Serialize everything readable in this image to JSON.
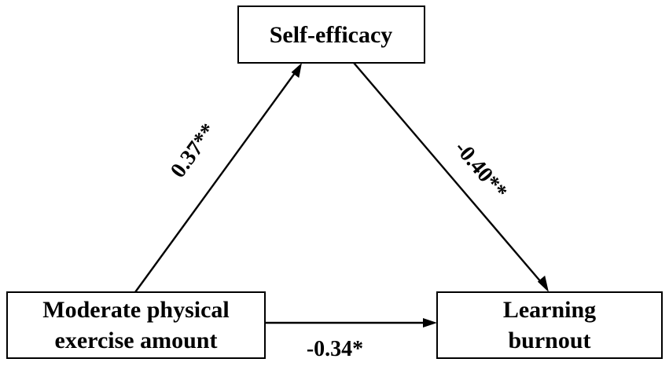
{
  "nodes": {
    "mediator": {
      "label": "Self-efficacy"
    },
    "predictor": {
      "line1": "Moderate physical",
      "line2": "exercise amount"
    },
    "outcome": {
      "line1": "Learning",
      "line2": "burnout"
    }
  },
  "paths": {
    "a": {
      "coefficient": "0.37**"
    },
    "b": {
      "coefficient": "-0.40**"
    },
    "c": {
      "coefficient": "-0.34*"
    }
  },
  "colors": {
    "stroke": "#000000",
    "background": "#ffffff"
  }
}
